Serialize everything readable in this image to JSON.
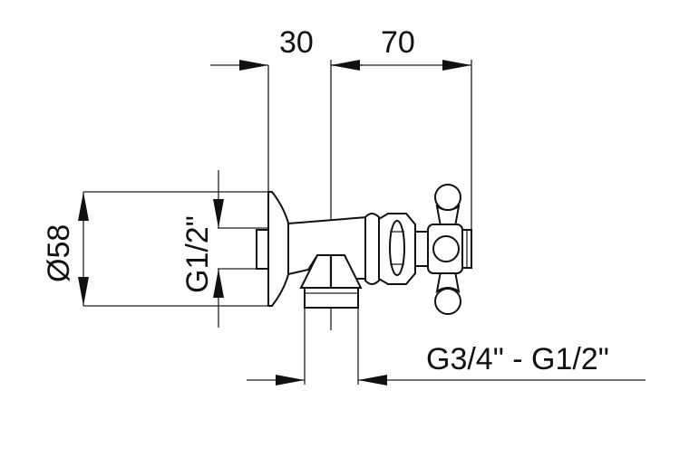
{
  "drawing": {
    "labels": {
      "wall_offset": "30",
      "handle_offset": "70",
      "flange_diameter": "Ø58",
      "inlet_thread": "G1/2\"",
      "outlet_thread": "G3/4\" - G1/2\""
    },
    "colors": {
      "line": "#111111",
      "background": "#ffffff"
    }
  }
}
